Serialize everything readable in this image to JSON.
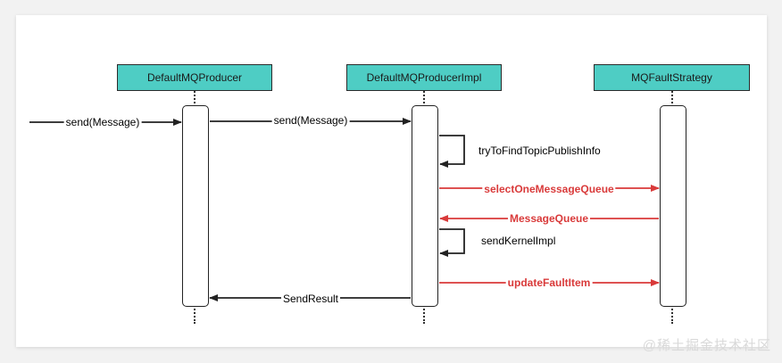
{
  "actors": [
    {
      "id": "producer",
      "label": "DefaultMQProducer"
    },
    {
      "id": "impl",
      "label": "DefaultMQProducerImpl"
    },
    {
      "id": "strategy",
      "label": "MQFaultStrategy"
    }
  ],
  "messages": [
    {
      "id": "msg-send-ext",
      "label": "send(Message)",
      "color": "#222222"
    },
    {
      "id": "msg-send-impl",
      "label": "send(Message)",
      "color": "#222222"
    },
    {
      "id": "msg-try-find",
      "label": "tryToFindTopicPublishInfo",
      "color": "#222222"
    },
    {
      "id": "msg-select-queue",
      "label": "selectOneMessageQueue",
      "color": "#d93a3a"
    },
    {
      "id": "msg-message-queue",
      "label": "MessageQueue",
      "color": "#d93a3a"
    },
    {
      "id": "msg-send-kernel",
      "label": "sendKernelImpl",
      "color": "#222222"
    },
    {
      "id": "msg-update-fault",
      "label": "updateFaultItem",
      "color": "#d93a3a"
    },
    {
      "id": "msg-send-result",
      "label": "SendResult",
      "color": "#222222"
    }
  ],
  "colors": {
    "actor_fill": "#4ecdc4",
    "highlight": "#d93a3a",
    "line": "#222222"
  },
  "watermark": "@稀土掘金技术社区"
}
